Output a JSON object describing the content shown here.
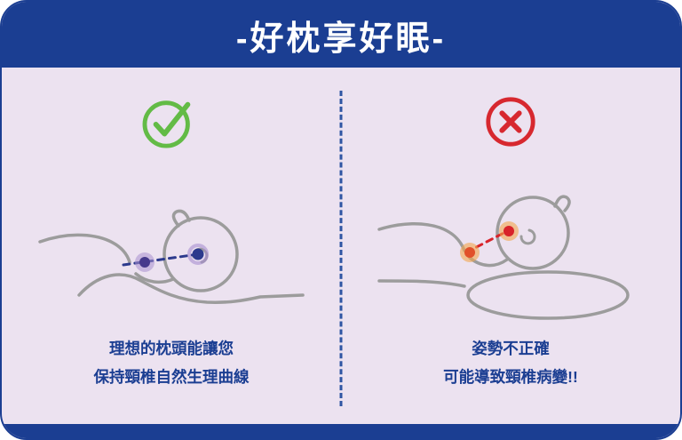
{
  "header": {
    "title": "-好枕享好眠-"
  },
  "panels": {
    "correct": {
      "icon": "check-circle",
      "caption_line1": "理想的枕頭能讓您",
      "caption_line2": "保持頸椎自然生理曲線"
    },
    "incorrect": {
      "icon": "x-circle",
      "caption_line1": "姿勢不正確",
      "caption_line2": "可能導致頸椎病變!!"
    }
  },
  "colors": {
    "navy_blue": "#1b3e92",
    "lavender_bg": "#ece2f0",
    "check_green": "#63bb46",
    "cross_red": "#d7282f",
    "outline_gray": "#9c9c9c",
    "divider_blue": "#2e55a3",
    "correct_dot_purple": "#46398c",
    "correct_halo_purple": "#a98fd0",
    "incorrect_dot_red": "#d8232a",
    "incorrect_halo_orange": "#f3a64c"
  }
}
